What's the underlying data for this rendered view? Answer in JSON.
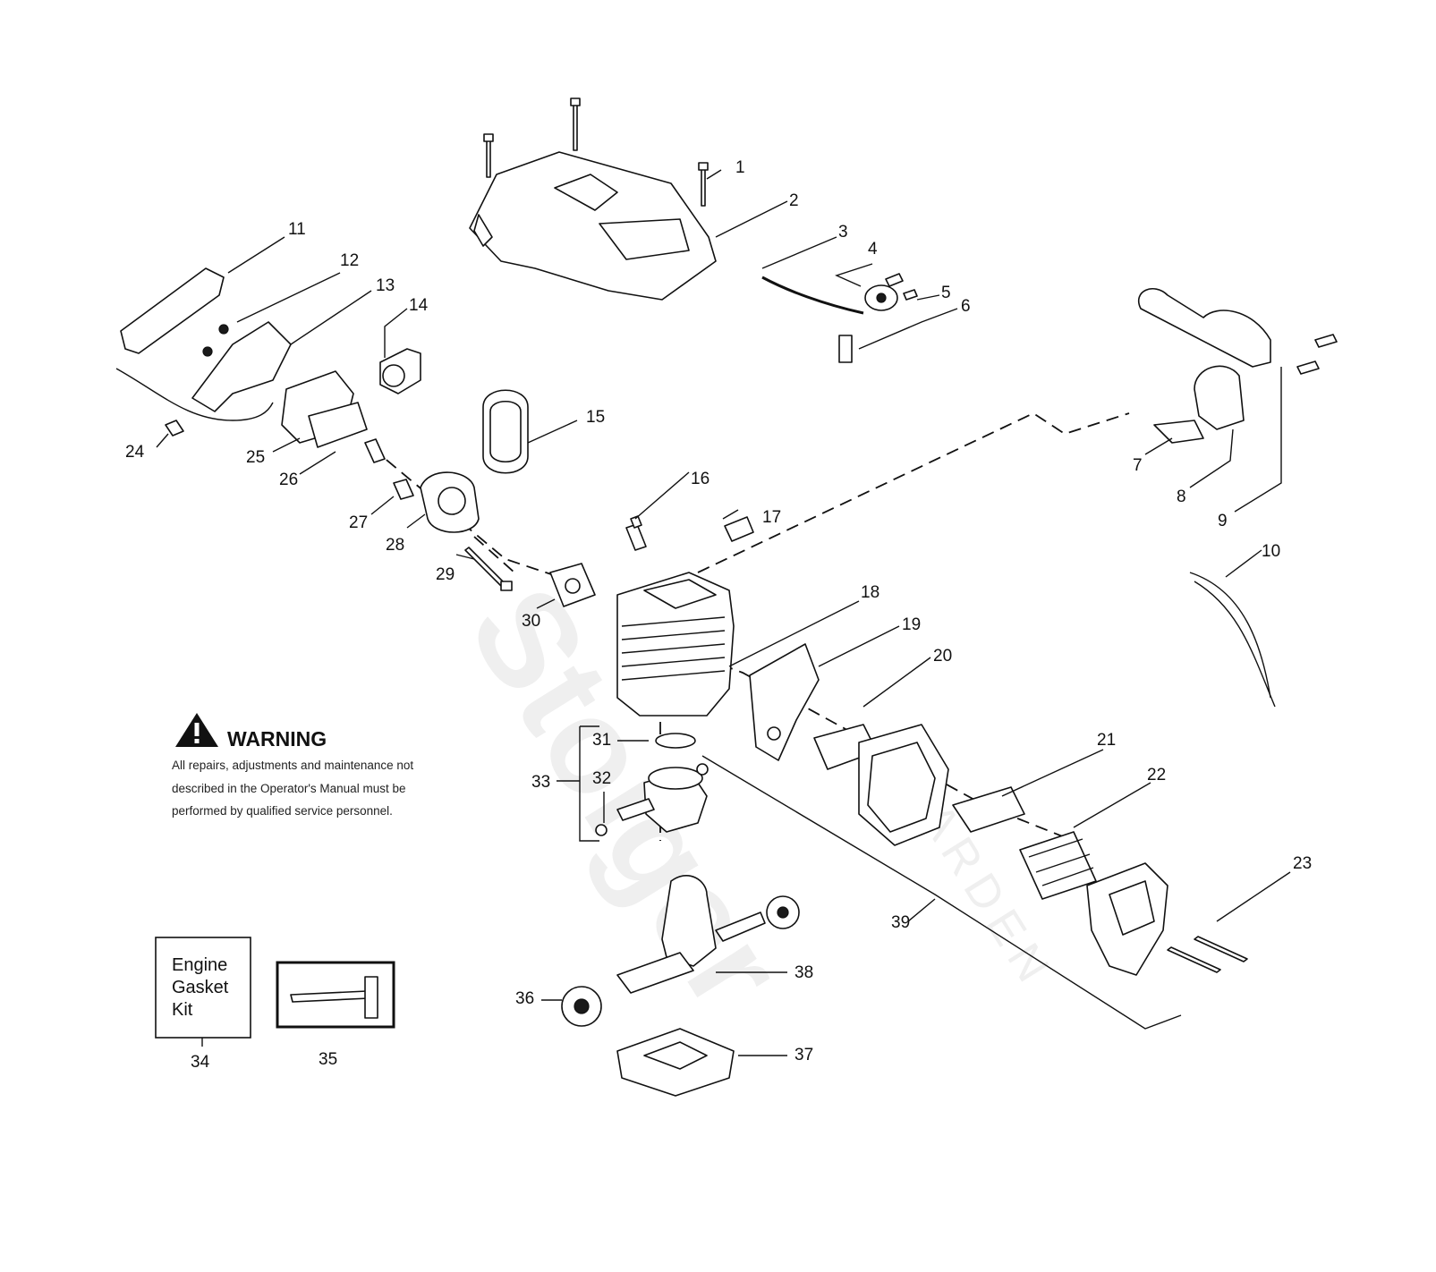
{
  "callouts": {
    "c1": "1",
    "c2": "2",
    "c3": "3",
    "c4": "4",
    "c5": "5",
    "c6": "6",
    "c7": "7",
    "c8": "8",
    "c9": "9",
    "c10": "10",
    "c11": "11",
    "c12": "12",
    "c13": "13",
    "c14": "14",
    "c15": "15",
    "c16": "16",
    "c17": "17",
    "c18": "18",
    "c19": "19",
    "c20": "20",
    "c21": "21",
    "c22": "22",
    "c23": "23",
    "c24": "24",
    "c25": "25",
    "c26": "26",
    "c27": "27",
    "c28": "28",
    "c29": "29",
    "c30": "30",
    "c31": "31",
    "c32": "32",
    "c33": "33",
    "c34": "34",
    "c35": "35",
    "c36": "36",
    "c37": "37",
    "c38": "38",
    "c39": "39"
  },
  "warning": {
    "title": "WARNING",
    "lines": [
      "All repairs, adjustments and maintenance not",
      "described in the Operator's Manual must be",
      "performed by qualified  service personnel."
    ]
  },
  "kit": {
    "lines": [
      "Engine",
      "Gasket",
      "Kit"
    ]
  },
  "watermark": {
    "brand": "Stoiger",
    "sub": "GARDEN"
  },
  "icons": [
    "warning-triangle-icon",
    "tool-icon"
  ]
}
